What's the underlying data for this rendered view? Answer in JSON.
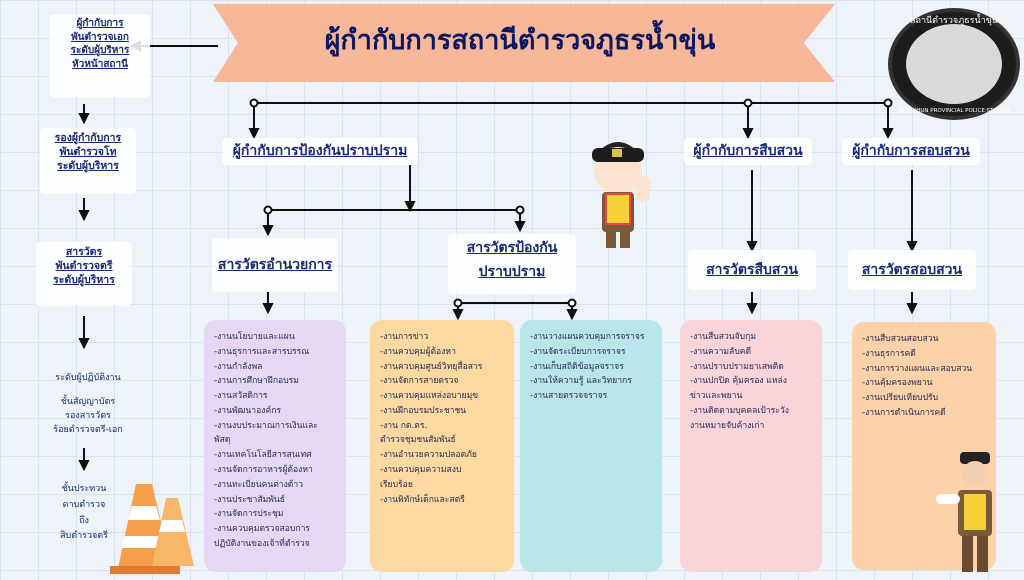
{
  "title": "ผู้กำกับการสถานีตำรวจภูธรน้ำขุ่น",
  "seal": {
    "top_text": "สถานีตำรวจภูธรน้ำขุ่น",
    "bottom_text": "NAM KHUN PROVINCIAL POLICE STATION"
  },
  "left_chain": {
    "superintendent_admin": [
      "ผู้กำกับการ",
      "พันตำรวจเอก",
      "ระดับผู้บริหาร",
      "หัวหน้าสถานี"
    ],
    "deputy_superintendent": [
      "รองผู้กำกับการ",
      "พันตำรวจโท",
      "ระดับผู้บริหาร"
    ],
    "inspector_lt_col": [
      "สารวัตร",
      "พันตำรวจตรี",
      "ระดับผู้บริหาร"
    ],
    "operational_level": [
      "ระดับผู้ปฏิบัติงาน",
      "",
      "ชั้นสัญญาบัตร",
      "รองสารวัตร",
      "ร้อยตำรวจตรี-เอก"
    ],
    "non_commissioned": [
      "ชั้นประทวน",
      "ดาบตำรวจ",
      "ถึง",
      "สิบตำรวจตรี"
    ]
  },
  "divisions": {
    "prevention_chief": "ผู้กำกับการป้องกันปราบปราม",
    "investigation_chief": "ผู้กำกับการสืบสวน",
    "inquiry_chief": "ผู้กำกับการสอบสวน",
    "admin_inspector": "สารวัตรอำนวยการ",
    "prevention_inspector": [
      "สารวัตรป้องกัน",
      "ปราบปราม"
    ],
    "investigation_inspector": "สารวัตรสืบสวน",
    "inquiry_inspector": "สารวัตรสอบสวน"
  },
  "task_lists": {
    "admin": [
      "-งานนโยบายและแผน",
      "-งานธุรการและสารบรรณ",
      "-งานกำลังพล",
      "-งานการศึกษาฝึกอบรม",
      "-งานสวัสดิการ",
      "-งานพัฒนาองค์กร",
      "-งานงบประมาณการเงินและ",
      "พัสดุ",
      "-งานเทคโนโลยีสารสนเทศ",
      "-งานจัดการอาหารผู้ต้องหา",
      "-งานทะเบียนคนต่างด้าว",
      "-งานประชาสัมพันธ์",
      "-งานจัดการประชุม",
      "-งานควบคุมตรวจสอบการ",
      "ปฏิบัติงานของเจ้าที่ตำรวจ"
    ],
    "prevention": [
      "-งานการข่าว",
      "-งานควบคุมผู้ต้องหา",
      "-งานควบคุมศูนย์วิทยุสื่อสาร",
      "-งานจัดการสายตรวจ",
      "-งานควบคุมแหล่งอบายมุข",
      "-งานฝึกอบรมประชาชน",
      "-งาน กต.ตร.",
      "ตำรวจชุมชนสัมพันธ์",
      "-งานอำนวยความปลอดภัย",
      "-งานควบคุมความสงบ",
      "เรียบร้อย",
      "-งานพิทักษ์เด็กและสตรี"
    ],
    "traffic": [
      "-งานวางแผนควบคุมการจราจร",
      "-งานจัดระเบียบการจราจร",
      "-งานเก็บสถิติข้อมูลจราจร",
      "-งานให้ความรู้ และวิทยากร",
      "-งานสายตรวจจราจร"
    ],
    "investigation": [
      "-งานสืบสวนจับกุม",
      "-งานความลับคดี",
      "-งานปราบปรามยาเสพติด",
      "-งานปกปิด คุ้มครอง แหล่ง",
      "ข่าวและพยาน",
      "-งานติดตามบุคคลเป้าระวัง",
      "งานหมายจับค้างเก่า"
    ],
    "inquiry": [
      "-งานสืบสวนสอบสวน",
      "-งานธุรการคดี",
      "-งานการวางแผนและสอบสวน",
      "-งานคุ้มครองพยาน",
      "-งานเปรียบเทียบปรับ",
      "-งานการดำเนินการคดี"
    ]
  },
  "colors": {
    "ribbon": "#f7b89a",
    "admin_box": "#e6d8f5",
    "prevention_box": "#fcd9a0",
    "traffic_box": "#b9e6ea",
    "investigation_box": "#f9d4d8",
    "inquiry_box": "#fcd2a8"
  }
}
